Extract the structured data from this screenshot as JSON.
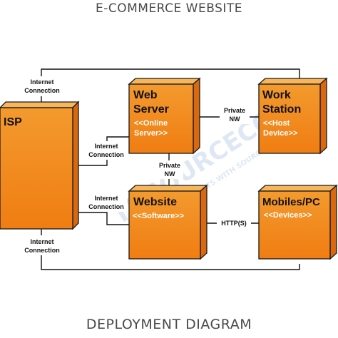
{
  "header": {
    "title": "E-COMMERCE WEBSITE"
  },
  "footer": {
    "title": "DEPLOYMENT DIAGRAM"
  },
  "watermark": {
    "text": "IT SOURCECODE",
    "tagline": "GET PROJECTS WITH SOURCE CODE"
  },
  "nodes": {
    "isp": {
      "name": "ISP"
    },
    "web_server": {
      "name_line1": "Web",
      "name_line2": "Server",
      "stereo_line1": "<<Online",
      "stereo_line2": "Server>>"
    },
    "work_station": {
      "name_line1": "Work",
      "name_line2": "Station",
      "stereo_line1": "<<Host",
      "stereo_line2": "Device>>"
    },
    "website": {
      "name": "Website",
      "stereo": "<<Software>>"
    },
    "mobiles_pc": {
      "name": "Mobiles/PC",
      "stereo": "<<Devices>>"
    }
  },
  "connections": {
    "isp_top": {
      "line1": "Internet",
      "line2": "Connection"
    },
    "isp_webserver": {
      "line1": "Internet",
      "line2": "Connection"
    },
    "isp_website": {
      "line1": "Internet",
      "line2": "Connection"
    },
    "isp_bottom": {
      "line1": "Internet",
      "line2": "Connection"
    },
    "webserver_workstation": {
      "line1": "Private",
      "line2": "NW"
    },
    "webserver_website": {
      "line1": "Private",
      "line2": "NW"
    },
    "website_mobiles": {
      "line1": "HTTP(S)"
    }
  }
}
